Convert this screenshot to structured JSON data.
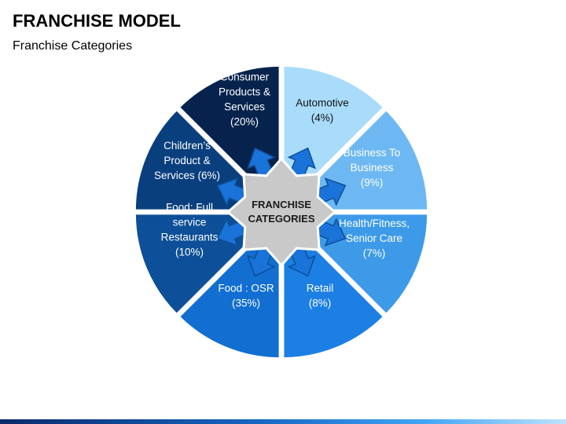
{
  "title": "FRANCHISE MODEL",
  "subtitle": "Franchise Categories",
  "hub": {
    "line1": "FRANCHISE",
    "line2": "CATEGORIES"
  },
  "segments": [
    {
      "lines": [
        "Automotive",
        "(4%)"
      ],
      "fill": "#a9dcfb",
      "text_color": "#111111"
    },
    {
      "lines": [
        "Business To",
        "Business",
        "(9%)"
      ],
      "fill": "#6db8f2",
      "text_color": "#ffffff"
    },
    {
      "lines": [
        "Health/Fitness,",
        "Senior Care",
        "(7%)"
      ],
      "fill": "#3d9ae8",
      "text_color": "#ffffff"
    },
    {
      "lines": [
        "Retail",
        "(8%)"
      ],
      "fill": "#1c7fe3",
      "text_color": "#ffffff"
    },
    {
      "lines": [
        "Food : OSR",
        "(35%)"
      ],
      "fill": "#126ed0",
      "text_color": "#ffffff"
    },
    {
      "lines": [
        "Food: Full",
        "service",
        "Restaurants",
        "(10%)"
      ],
      "fill": "#0d4f98",
      "text_color": "#ffffff"
    },
    {
      "lines": [
        "Children’s",
        "Product &",
        "Services (6%)"
      ],
      "fill": "#0a3f7e",
      "text_color": "#ffffff"
    },
    {
      "lines": [
        "Consumer",
        "Products &",
        "Services",
        "(20%)"
      ],
      "fill": "#06234d",
      "text_color": "#ffffff"
    }
  ],
  "colors": {
    "arrow": "#1a73d9",
    "arrow_dark": "#0d4f98",
    "hub": "#c9c9c9",
    "hub_stroke": "#ffffff"
  }
}
